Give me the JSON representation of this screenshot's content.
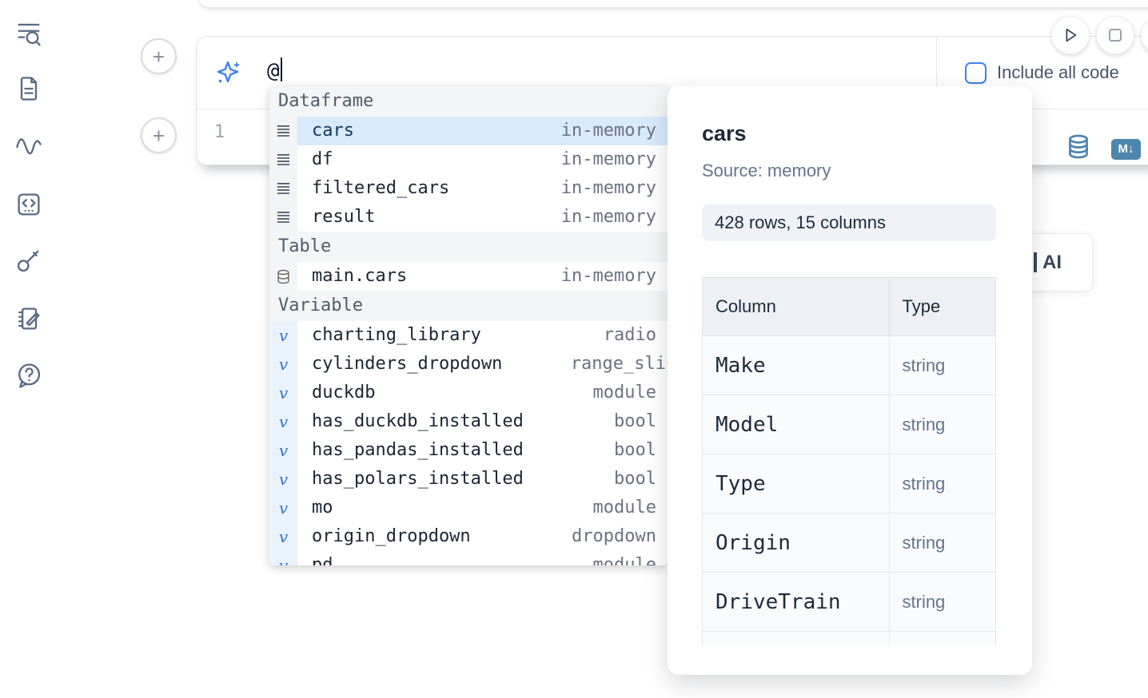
{
  "colors": {
    "accent": "#3b82f6",
    "selection_bg": "#d8eafc",
    "tool_blue": "#4e86ad",
    "sidebar_icon": "#5b6b85"
  },
  "sidebar": {
    "items": [
      {
        "name": "table-of-contents"
      },
      {
        "name": "files"
      },
      {
        "name": "activity"
      },
      {
        "name": "snippets"
      },
      {
        "name": "secrets-key"
      },
      {
        "name": "scratchpad"
      },
      {
        "name": "help"
      }
    ]
  },
  "cell": {
    "prompt_value": "@",
    "include_all_code": "Include all code",
    "line_number": "1",
    "md_icon_text": "M↓"
  },
  "ai_card": {
    "label": "AI"
  },
  "autocomplete": {
    "sections": [
      {
        "label": "Dataframe",
        "icon": "rows",
        "items": [
          {
            "name": "cars",
            "type": "in-memory",
            "selected": true
          },
          {
            "name": "df",
            "type": "in-memory"
          },
          {
            "name": "filtered_cars",
            "type": "in-memory"
          },
          {
            "name": "result",
            "type": "in-memory"
          }
        ]
      },
      {
        "label": "Table",
        "icon": "db",
        "items": [
          {
            "name": "main.cars",
            "type": "in-memory"
          }
        ]
      },
      {
        "label": "Variable",
        "icon": "v",
        "items": [
          {
            "name": "charting_library",
            "type": "radio"
          },
          {
            "name": "cylinders_dropdown",
            "type": "range_sli",
            "clip": true
          },
          {
            "name": "duckdb",
            "type": "module"
          },
          {
            "name": "has_duckdb_installed",
            "type": "bool"
          },
          {
            "name": "has_pandas_installed",
            "type": "bool"
          },
          {
            "name": "has_polars_installed",
            "type": "bool"
          },
          {
            "name": "mo",
            "type": "module"
          },
          {
            "name": "origin_dropdown",
            "type": "dropdown"
          },
          {
            "name": "pd",
            "type": "module",
            "partial": true
          }
        ]
      }
    ]
  },
  "preview": {
    "title": "cars",
    "source": "Source: memory",
    "shape": "428 rows, 15 columns",
    "table": {
      "headers": [
        "Column",
        "Type"
      ],
      "rows": [
        [
          "Make",
          "string"
        ],
        [
          "Model",
          "string"
        ],
        [
          "Type",
          "string"
        ],
        [
          "Origin",
          "string"
        ],
        [
          "DriveTrain",
          "string"
        ]
      ],
      "partial_row": true
    }
  }
}
